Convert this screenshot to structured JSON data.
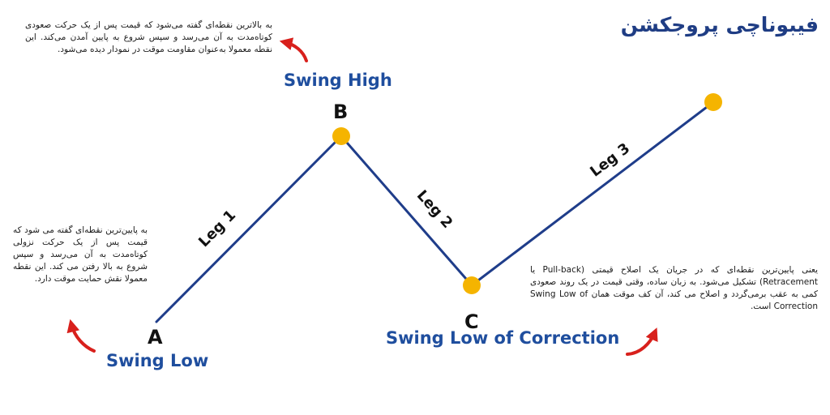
{
  "title": "فیبوناچی پروجکشن",
  "points": [
    {
      "letter": "A",
      "swing_label": "Swing Low"
    },
    {
      "letter": "B",
      "swing_label": "Swing High"
    },
    {
      "letter": "C",
      "swing_label": "Swing Low of Correction"
    },
    {
      "letter": "",
      "swing_label": ""
    }
  ],
  "legs": [
    "Leg 1",
    "Leg 2",
    "Leg 3"
  ],
  "descriptions": {
    "swing_high": "به بالاترین نقطه‌ای گفته می‌شود که قیمت پس از یک حرکت صعودی کوتاه‌مدت به آن می‌رسد و سپس شروع به پایین آمدن می‌کند. این نقطه معمولا به‌عنوان مقاومت موقت در نمودار دیده می‌شود.",
    "swing_low": "به پایین‌ترین نقطه‌ای گفته می شود که قیمت پس از یک حرکت نزولی کوتاه‌مدت به آن می‌رسد و سپس شروع به بالا رفتن می کند. این نقطه معمولا نقش حمایت موقت دارد.",
    "swing_low_correction": "یعنی پایین‌ترین نقطه‌ای که در جریان یک اصلاح قیمتی (Pull-back یا Retracement) تشکیل می‌شود. به زبان ساده، وقتی قیمت در یک روند صعودی کمی به عقب برمی‌گردد و اصلاح می کند، آن کف موقت همان Swing Low of Correction است."
  },
  "colors": {
    "line": "#1f3d8a",
    "point": "#f5b400",
    "arrow": "#d8201c",
    "title": "#1f3d84",
    "swing_label": "#1f4e9e"
  }
}
